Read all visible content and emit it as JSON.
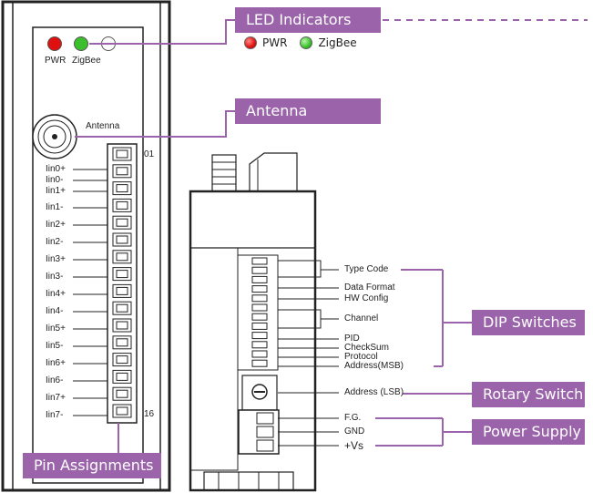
{
  "callouts": {
    "led_indicators": "LED Indicators",
    "antenna": "Antenna",
    "dip_switches": "DIP Switches",
    "rotary_switch": "Rotary Switch",
    "power_supply": "Power Supply",
    "pin_assignments": "Pin Assignments"
  },
  "front_panel": {
    "led_labels": [
      "PWR",
      "ZigBee"
    ],
    "antenna_label": "Antenna",
    "terminal_top": "01",
    "terminal_bottom": "16",
    "pins": [
      "Iin0+",
      "Iin0-",
      "Iin1+",
      "Iin1-",
      "Iin2+",
      "Iin2-",
      "Iin3+",
      "Iin3-",
      "Iin4+",
      "Iin4-",
      "Iin5+",
      "Iin5-",
      "Iin6+",
      "Iin6-",
      "Iin7+",
      "Iin7-"
    ]
  },
  "led_legend": {
    "pwr": "PWR",
    "zigbee": "ZigBee"
  },
  "side_panel": {
    "dip_labels": [
      "Type Code",
      "Data Format",
      "HW Config",
      "Channel",
      "PID",
      "CheckSum",
      "Protocol",
      "Address(MSB)"
    ],
    "rotary_label": "Address (LSB)",
    "power_labels": [
      "F.G.",
      "GND",
      "+Vs"
    ]
  },
  "colors": {
    "callout": "#9a63aa",
    "led_red": "#e01010",
    "led_green": "#3cbf2c"
  }
}
